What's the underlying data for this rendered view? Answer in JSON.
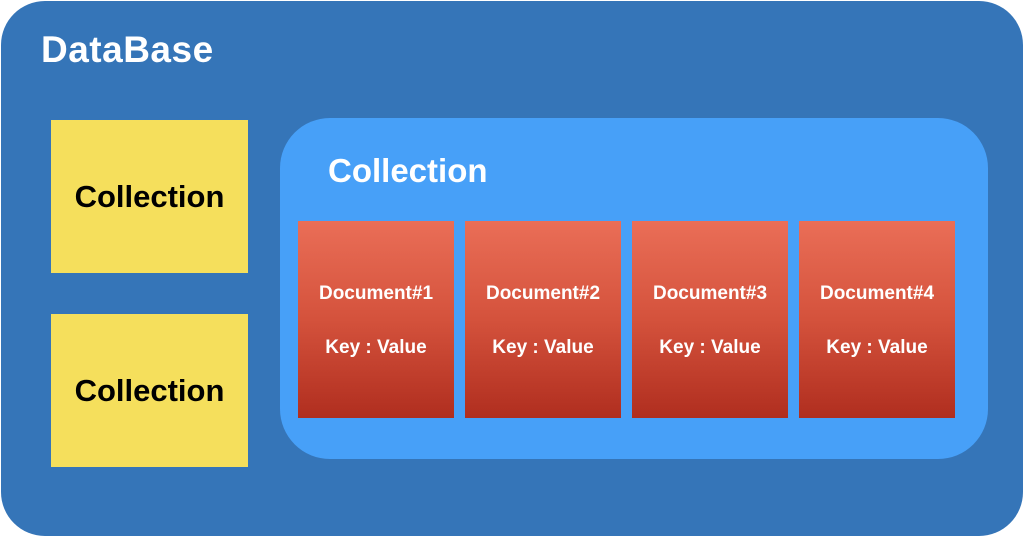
{
  "database": {
    "title": "DataBase",
    "color": "#3575b8"
  },
  "side_collections": [
    {
      "label": "Collection",
      "color": "#f5df5c"
    },
    {
      "label": "Collection",
      "color": "#f5df5c"
    }
  ],
  "main_collection": {
    "title": "Collection",
    "color": "#47a0f8",
    "documents": [
      {
        "name": "Document#1",
        "content": "Key : Value"
      },
      {
        "name": "Document#2",
        "content": "Key : Value"
      },
      {
        "name": "Document#3",
        "content": "Key : Value"
      },
      {
        "name": "Document#4",
        "content": "Key : Value"
      }
    ],
    "document_color": "#d4523c"
  }
}
